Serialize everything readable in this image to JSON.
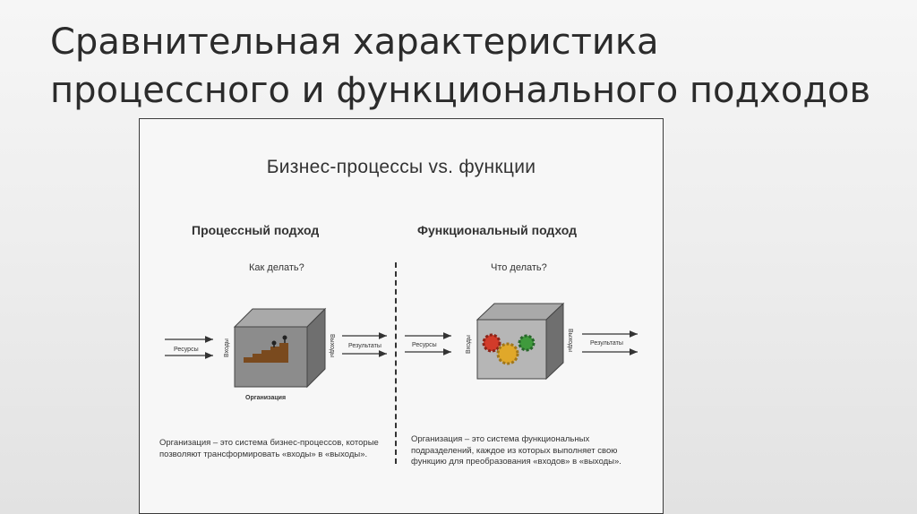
{
  "slide": {
    "title_line1": "Сравнительная характеристика",
    "title_line2": "процессного и функционального подходов"
  },
  "panel": {
    "title": "Бизнес-процессы vs. функции",
    "process": {
      "heading": "Процессный подход",
      "question": "Как делать?",
      "input_label": "Ресурсы",
      "entry_label": "Входы",
      "exit_label": "Выходы",
      "output_label": "Результаты",
      "box_label": "Организация",
      "caption": "Организация – это система бизнес-процессов, которые позволяют трансформировать «входы» в «выходы»."
    },
    "functional": {
      "heading": "Функциональный подход",
      "question": "Что делать?",
      "input_label": "Ресурсы",
      "entry_label": "Входы",
      "exit_label": "Выходы",
      "output_label": "Результаты",
      "caption": "Организация – это система функциональных подразделений, каждое из которых выполняет свою функцию для преобразования «входов» в «выходы»."
    }
  },
  "colors": {
    "gear_red": "#d23b2a",
    "gear_yellow": "#e0a82a",
    "gear_green": "#3f9a3c",
    "box_gray": "#8c8c8c"
  }
}
